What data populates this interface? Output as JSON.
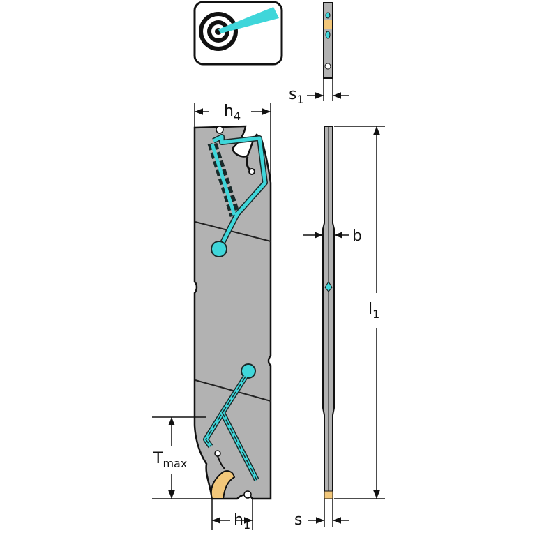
{
  "colors": {
    "body": "#b2b2b2",
    "outline": "#111111",
    "coolant": "#3fd6da",
    "coolant_outline": "#1a2a2a",
    "insert": "#f2c77a",
    "background": "#ffffff"
  },
  "icons": [
    "coolant-target-icon"
  ],
  "dimensions": {
    "h4": {
      "main": "h",
      "sub": "4"
    },
    "s1": {
      "main": "s",
      "sub": "1"
    },
    "b": {
      "main": "b"
    },
    "l1": {
      "main": "l",
      "sub": "1"
    },
    "tmax": {
      "main": "T",
      "sub": "max"
    },
    "h1": {
      "main": "h",
      "sub": "1"
    },
    "s": {
      "main": "s"
    }
  }
}
